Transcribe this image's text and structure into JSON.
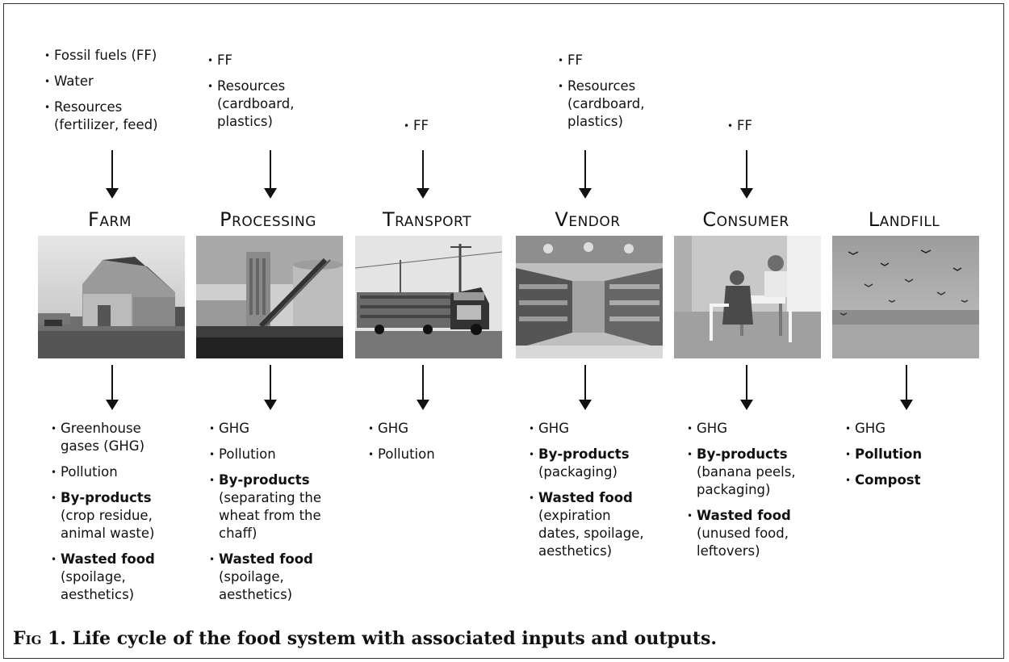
{
  "stages": [
    {
      "title": "Farm",
      "inputs": [
        [
          "Fossil fuels (FF)"
        ],
        [
          "Water"
        ],
        [
          "Resources",
          "(fertilizer, feed)"
        ]
      ],
      "outputs": [
        {
          "lines": [
            "Greenhouse",
            "gases (GHG)"
          ],
          "bold": false
        },
        {
          "lines": [
            "Pollution"
          ],
          "bold": false
        },
        {
          "lines": [
            "By-products",
            "(crop residue,",
            "animal waste)"
          ],
          "bold": true
        },
        {
          "lines": [
            "Wasted food",
            "(spoilage,",
            "aesthetics)"
          ],
          "bold": true
        }
      ]
    },
    {
      "title": "Processing",
      "inputs": [
        [
          "FF"
        ],
        [
          "Resources",
          "(cardboard,",
          "plastics)"
        ]
      ],
      "outputs": [
        {
          "lines": [
            "GHG"
          ],
          "bold": false
        },
        {
          "lines": [
            "Pollution"
          ],
          "bold": false
        },
        {
          "lines": [
            "By-products",
            "(separating the",
            "wheat from the",
            "chaff)"
          ],
          "bold": true
        },
        {
          "lines": [
            "Wasted food",
            "(spoilage,",
            "aesthetics)"
          ],
          "bold": true
        }
      ]
    },
    {
      "title": "Transport",
      "inputs": [
        [
          "FF"
        ]
      ],
      "outputs": [
        {
          "lines": [
            "GHG"
          ],
          "bold": false
        },
        {
          "lines": [
            "Pollution"
          ],
          "bold": false
        }
      ]
    },
    {
      "title": "Vendor",
      "inputs": [
        [
          "FF"
        ],
        [
          "Resources",
          "(cardboard,",
          "plastics)"
        ]
      ],
      "outputs": [
        {
          "lines": [
            "GHG"
          ],
          "bold": false
        },
        {
          "lines": [
            "By-products",
            "(packaging)"
          ],
          "bold": true
        },
        {
          "lines": [
            "Wasted food",
            "(expiration",
            "dates, spoilage,",
            "aesthetics)"
          ],
          "bold": true
        }
      ]
    },
    {
      "title": "Consumer",
      "inputs": [
        [
          "FF"
        ]
      ],
      "outputs": [
        {
          "lines": [
            "GHG"
          ],
          "bold": false
        },
        {
          "lines": [
            "By-products",
            "(banana peels,",
            "packaging)"
          ],
          "bold": true
        },
        {
          "lines": [
            "Wasted food",
            "(unused food,",
            "leftovers)"
          ],
          "bold": true
        }
      ]
    },
    {
      "title": "Landfill",
      "inputs": [],
      "outputs": [
        {
          "lines": [
            "GHG"
          ],
          "bold": false
        },
        {
          "lines": [
            "Pollution"
          ],
          "bold": true
        },
        {
          "lines": [
            "Compost"
          ],
          "bold": true
        }
      ]
    }
  ],
  "caption": {
    "label": "Fig 1.",
    "text": "Life cycle of the food system with associated inputs and outputs."
  }
}
